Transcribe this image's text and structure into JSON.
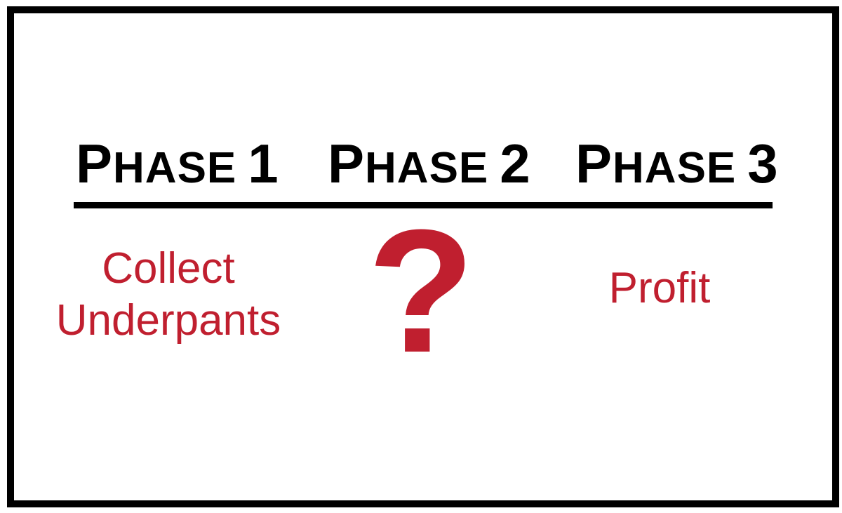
{
  "colors": {
    "frame": "#000000",
    "heading": "#000000",
    "accent": "#c01f2f",
    "background": "#ffffff"
  },
  "phases": [
    {
      "label_initial": "P",
      "label_rest": "HASE",
      "number": "1",
      "content": [
        "Collect",
        "Underpants"
      ]
    },
    {
      "label_initial": "P",
      "label_rest": "HASE",
      "number": "2",
      "content": [
        "?"
      ]
    },
    {
      "label_initial": "P",
      "label_rest": "HASE",
      "number": "3",
      "content": [
        "Profit"
      ]
    }
  ]
}
